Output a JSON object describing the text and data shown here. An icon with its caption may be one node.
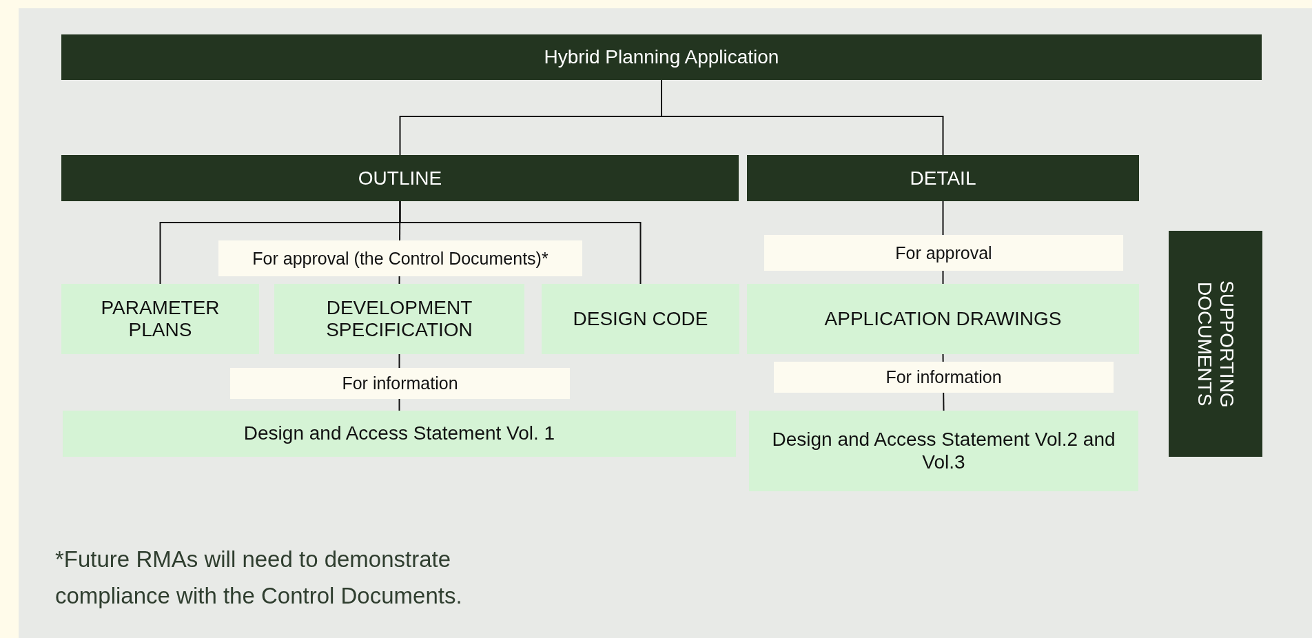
{
  "diagram": {
    "nodes": [
      {
        "text": [
          "Hybrid Planning Application"
        ]
      },
      {
        "text": [
          "OUTLINE"
        ]
      },
      {
        "text": [
          "DETAIL"
        ]
      },
      {
        "text": [
          "PARAMETER PLANS"
        ]
      },
      {
        "text": [
          "DEVELOPMENT SPECIFICATION"
        ]
      },
      {
        "text": [
          "DESIGN CODE"
        ]
      },
      {
        "text": [
          "APPLICATION DRAWINGS"
        ]
      },
      {
        "text": [
          "Design and Access Statement Vol. 1"
        ]
      },
      {
        "text": [
          "Design and Access Statement Vol.2 and Vol.3"
        ]
      },
      {
        "text": [
          "SUPPORTING DOCUMENTS"
        ]
      }
    ],
    "edges": [
      {
        "from": 0,
        "to": 1,
        "arrow": "none"
      },
      {
        "from": 0,
        "to": 2,
        "arrow": "none"
      },
      {
        "from": 1,
        "to": 3,
        "arrow": "none"
      },
      {
        "from": 1,
        "to": 4,
        "arrow": "none",
        "label": "For approval (the Control Documents)*"
      },
      {
        "from": 1,
        "to": 5,
        "arrow": "none"
      },
      {
        "from": 2,
        "to": 6,
        "arrow": "none",
        "label": "For approval"
      },
      {
        "from": 4,
        "to": 7,
        "arrow": "none",
        "label": "For information"
      },
      {
        "from": 6,
        "to": 8,
        "arrow": "none",
        "label": "For information"
      }
    ],
    "labels": [
      "*Future RMAs will need to demonstrate compliance with the Control Documents."
    ]
  }
}
